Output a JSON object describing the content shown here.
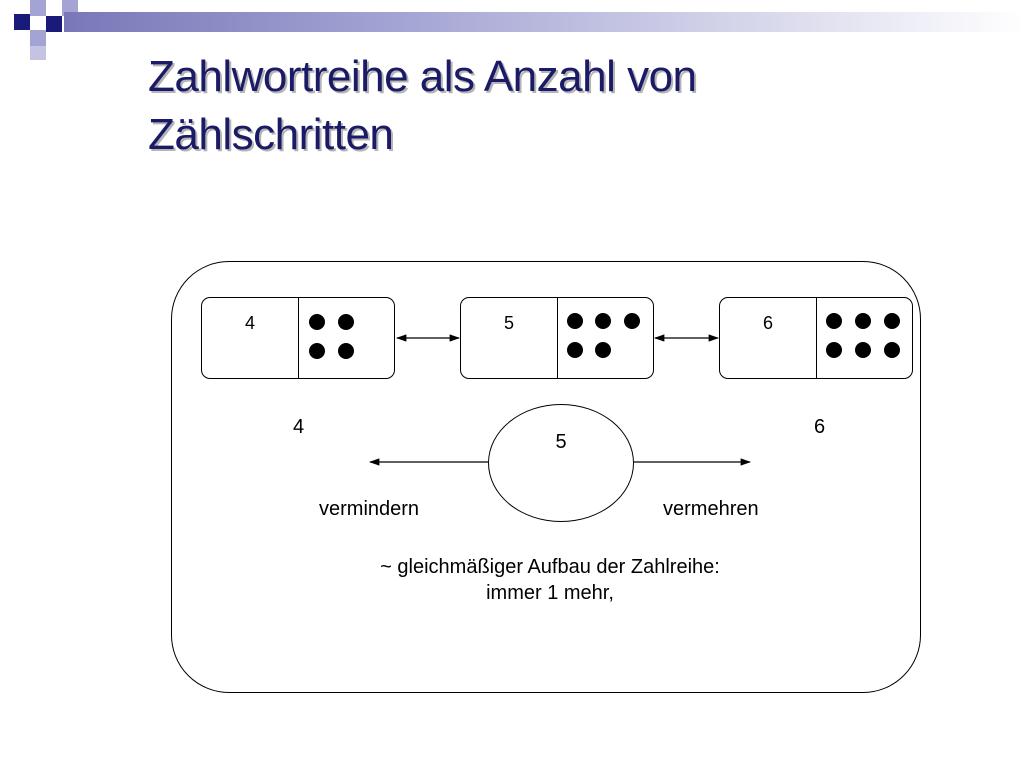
{
  "title": {
    "line1": "Zahlwortreihe als Anzahl von",
    "line2": "Zählschritten"
  },
  "colors": {
    "title": "#1a1a66",
    "deco_dark": "#1a1a7a",
    "deco_light": "#a4a4d4"
  },
  "dominoes": [
    {
      "number": "4",
      "dots": 4
    },
    {
      "number": "5",
      "dots": 5
    },
    {
      "number": "6",
      "dots": 6
    }
  ],
  "center_number": "5",
  "left_number": "4",
  "right_number": "6",
  "left_label": "vermindern",
  "right_label": "vermehren",
  "note": {
    "line1": "~ gleichmäßiger Aufbau der Zahlreihe:",
    "line2": "immer 1 mehr,"
  }
}
